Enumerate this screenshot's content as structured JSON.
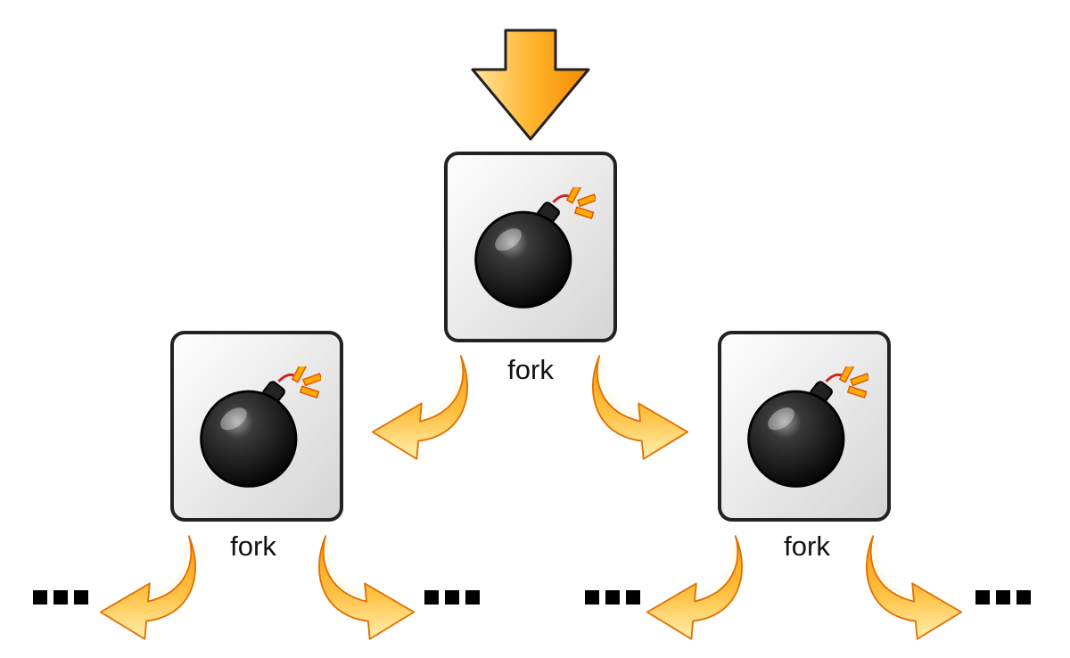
{
  "diagram": {
    "nodes": [
      {
        "id": "root",
        "label": "fork",
        "icon": "bomb-icon"
      },
      {
        "id": "left-child",
        "label": "fork",
        "icon": "bomb-icon"
      },
      {
        "id": "right-child",
        "label": "fork",
        "icon": "bomb-icon"
      }
    ],
    "entry_arrow": "down-arrow-icon",
    "branch_arrow": "curved-arrow-icon",
    "continuation": "ellipsis",
    "colors": {
      "arrow_light": "#ffe08a",
      "arrow_mid": "#ffb52e",
      "arrow_dark": "#f07c00",
      "box_border": "#222222",
      "box_fill_top": "#ffffff",
      "box_fill_bottom": "#d9d9d9",
      "bomb_body": "#1a1a1a",
      "spark": "#ff9900",
      "spark_red": "#dd2200"
    }
  }
}
